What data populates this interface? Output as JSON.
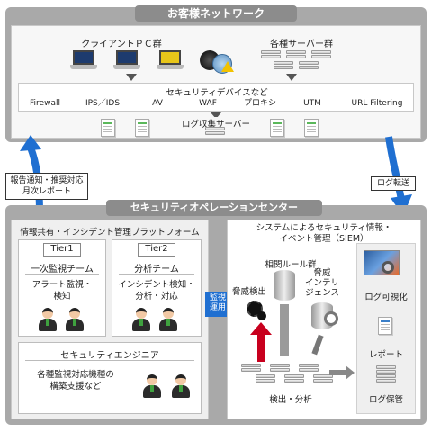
{
  "customer_network": {
    "title": "お客様ネットワーク",
    "client_pcs": "クライアントＰＣ群",
    "servers": "各種サーバー群",
    "security_devices_title": "セキュリティデバイスなど",
    "devices": [
      "Firewall",
      "IPS／IDS",
      "AV",
      "WAF",
      "プロキシ",
      "UTM",
      "URL Filtering"
    ],
    "log_server": "ログ収集サーバー"
  },
  "left_label": "報告通知・推奨対応\n月次レポート",
  "right_label": "ログ転送",
  "soc": {
    "title": "セキュリティオペレーションセンター",
    "platform": {
      "title": "情報共有・インシデント管理プラットフォーム",
      "tier1": {
        "tag": "Tier1",
        "team": "一次監視チーム",
        "task": "アラート監視・\n検知"
      },
      "tier2": {
        "tag": "Tier2",
        "team": "分析チーム",
        "task": "インシデント検知・\n分析・対応"
      },
      "engineer": {
        "title": "セキュリティエンジニア",
        "task": "各種監視対応機種の\n構築支援など"
      }
    },
    "monitor_label": "監視\n運用",
    "siem": {
      "title": "システムによるセキュリティ情報・\nイベント管理（SIEM）",
      "threat_detect": "脅威検出",
      "rules": "相関ルール群",
      "intel": "脅威\nインテリ\nジェンス",
      "detect_analysis": "検出・分析",
      "log_visual": "ログ可視化",
      "report": "レポート",
      "log_storage": "ログ保管"
    }
  }
}
